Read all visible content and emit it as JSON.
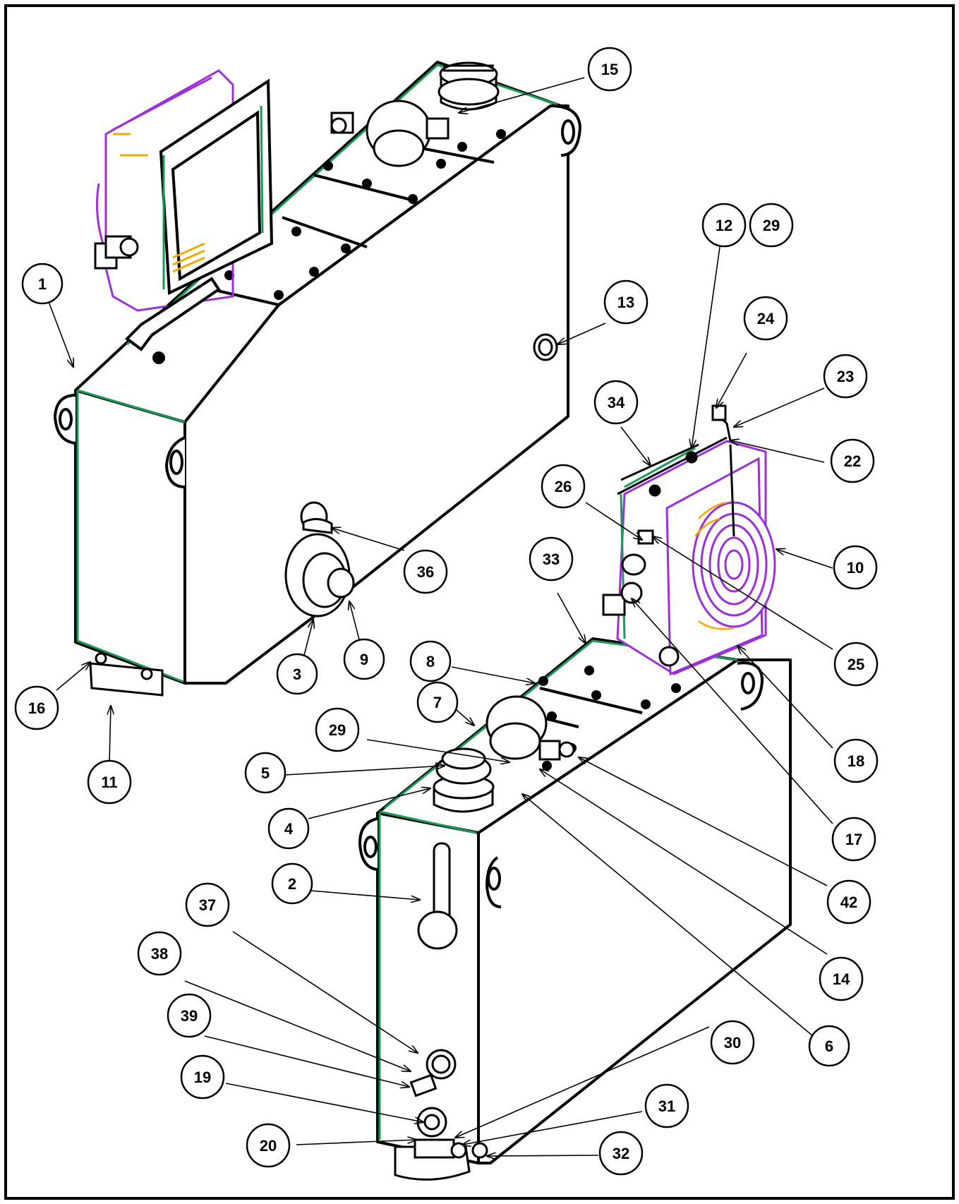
{
  "colors": {
    "outline": "#000000",
    "accent_green": "#1a9b55",
    "accent_purple": "#9b30d9",
    "accent_orange": "#f2a900",
    "background": "#ffffff"
  },
  "callouts": {
    "c1": "1",
    "c2": "2",
    "c3": "3",
    "c4": "4",
    "c5": "5",
    "c6": "6",
    "c7": "7",
    "c8": "8",
    "c9": "9",
    "c10": "10",
    "c11": "11",
    "c12": "12",
    "c13": "13",
    "c14": "14",
    "c15": "15",
    "c16": "16",
    "c17": "17",
    "c18": "18",
    "c19": "19",
    "c20": "20",
    "c22": "22",
    "c23": "23",
    "c24": "24",
    "c25": "25",
    "c26": "26",
    "c29a": "29",
    "c29b": "29",
    "c30": "30",
    "c31": "31",
    "c32": "32",
    "c33": "33",
    "c34": "34",
    "c36": "36",
    "c37": "37",
    "c38": "38",
    "c39": "39",
    "c42": "42"
  }
}
